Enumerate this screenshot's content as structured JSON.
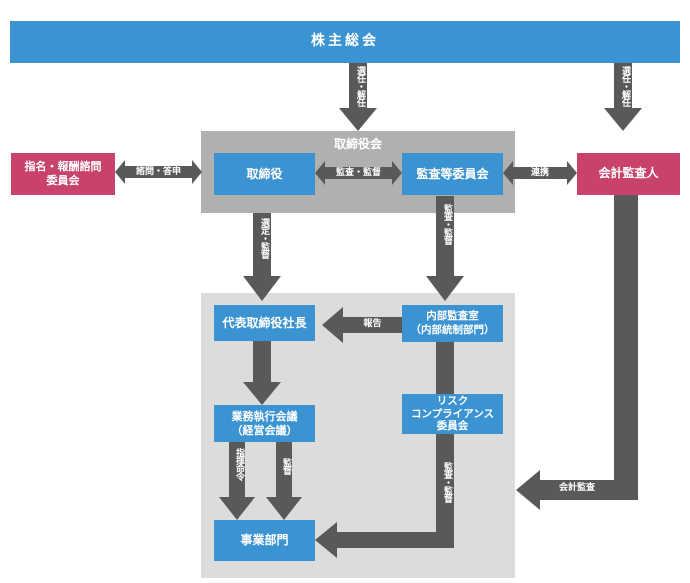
{
  "nodes": {
    "shareholders": "株主総会",
    "board_panel_title": "取締役会",
    "directors": "取締役",
    "audit_committee": "監査等委員会",
    "nomination_committee": "指名・報酬諮問\n委員会",
    "accounting_auditor": "会計監査人",
    "president": "代表取締役社長",
    "internal_audit": "内部監査室\n（内部統制部門）",
    "risk_committee": "リスク\nコンプライアンス\n委員会",
    "executive_meeting": "業務執行会議\n（経営会議）",
    "business_dept": "事業部門"
  },
  "labels": {
    "elect_dismiss_1": "選任・解任",
    "elect_dismiss_2": "選任・解任",
    "consult_report": "諮問・答申",
    "audit_supervise_board": "監査・監督",
    "cooperation": "連携",
    "appoint_supervise": "選定・監督",
    "audit_supervise_down": "監査・監督",
    "report": "報告",
    "instruction": "指揮命令",
    "supervision": "監督",
    "audit_supervise_low": "監査・監督",
    "accounting_audit": "会計監査"
  },
  "colors": {
    "blue": "#3b93d2",
    "red": "#c8426b",
    "arrow": "#595959",
    "panel_dark": "#b0b0b0",
    "panel_light": "#dcdcdc"
  }
}
